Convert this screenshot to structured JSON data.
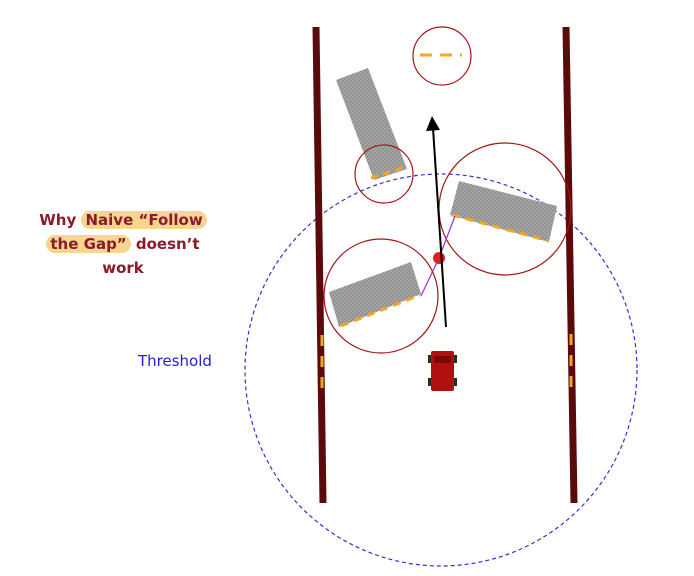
{
  "title": {
    "pre": "Why ",
    "highlight_1": "Naive “Follow",
    "highlight_2": "the Gap”",
    "post_2": " doesn’t",
    "line_3": "work"
  },
  "labels": {
    "threshold": "Threshold"
  },
  "colors": {
    "title_text": "#8b1a2b",
    "highlight": "#f7d58e",
    "lane_wall": "#5a0a0a",
    "lane_dash": "#f5a623",
    "obstacle": "#9a9a9a",
    "obstacle_circle": "#a31515",
    "threshold_circle": "#3333cc",
    "car": "#b01010",
    "target_point": "#e02020",
    "gap_line": "#9b30c8",
    "heading_arrow": "#000000"
  },
  "icons": {
    "car": "car-icon",
    "heading": "arrow-up-icon"
  }
}
